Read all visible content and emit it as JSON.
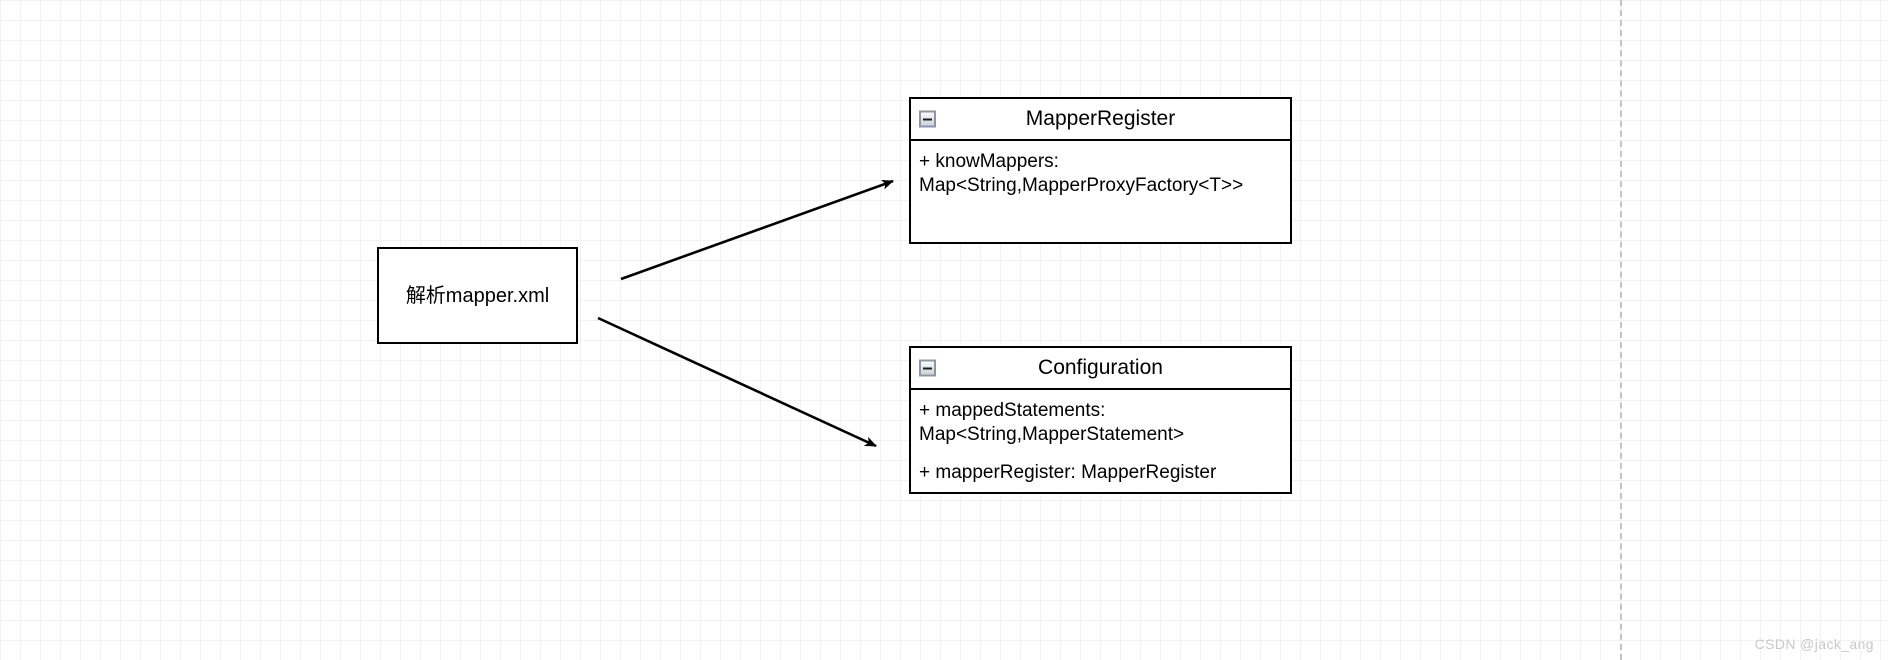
{
  "canvas": {
    "background_color": "#ffffff",
    "minor_grid_color": "#f2f2f2",
    "major_grid_color": "#d9d9d9",
    "page_break_color": "#c4c4c4"
  },
  "process": {
    "label": "解析mapper.xml",
    "border_color": "#000000",
    "fill_color": "#ffffff"
  },
  "classes": [
    {
      "id": "mapperregister",
      "title": "MapperRegister",
      "collapse_icon": "minus-icon",
      "attributes": [
        "+ knowMappers:\nMap<String,MapperProxyFactory<T>>"
      ]
    },
    {
      "id": "configuration",
      "title": "Configuration",
      "collapse_icon": "minus-icon",
      "attributes": [
        "+ mappedStatements:\nMap<String,MapperStatement>",
        "+ mapperRegister: MapperRegister"
      ]
    }
  ],
  "connectors": [
    {
      "name": "parse-to-mapperregister",
      "from": "process-parse",
      "to": "class-mapperregister",
      "style": "solid-arrow",
      "color": "#000000"
    },
    {
      "name": "parse-to-configuration",
      "from": "process-parse",
      "to": "class-configuration",
      "style": "solid-arrow",
      "color": "#000000"
    }
  ],
  "watermark": {
    "text": "CSDN @jack_ang",
    "color": "#c9c9c9"
  }
}
